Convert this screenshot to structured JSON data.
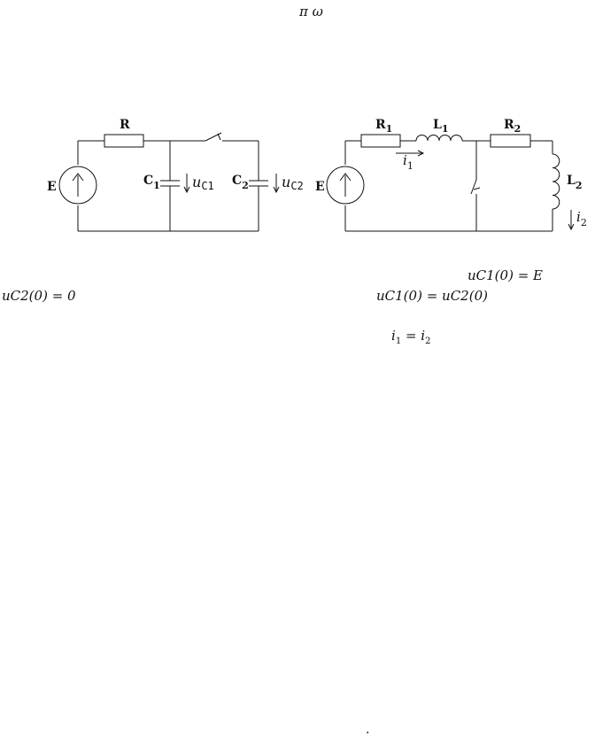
{
  "header": {
    "symbols": "π ω"
  },
  "circuit_left": {
    "source_label": "E",
    "resistor_label": "R",
    "c1_label": "C",
    "c1_sub": "1",
    "c2_label": "C",
    "c2_sub": "2",
    "u_c1": "u",
    "u_c1_sub": "C1",
    "u_c2": "u",
    "u_c2_sub": "C2"
  },
  "circuit_right": {
    "source_label": "E",
    "r1_label": "R",
    "r1_sub": "1",
    "l1_label": "L",
    "l1_sub": "1",
    "r2_label": "R",
    "r2_sub": "2",
    "l2_label": "L",
    "l2_sub": "2",
    "i1": "i",
    "i1_sub": "1",
    "i2": "i",
    "i2_sub": "2"
  },
  "equations": {
    "uc1_e": "uC1(0) = E",
    "uc2_zero": "uC2(0) = 0",
    "uc1_uc2": "uC1(0) = uC2(0)",
    "i1": "i",
    "i1_sub": "1",
    "i1_eq": " = i",
    "i2_sub": "2"
  },
  "footer": {
    "mark": "."
  }
}
